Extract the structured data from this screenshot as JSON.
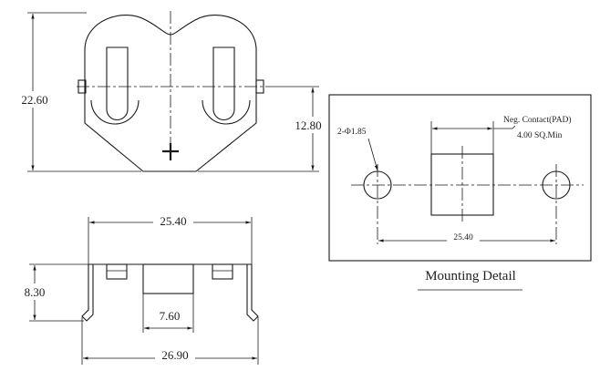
{
  "dimensions": {
    "height_total": "22.60",
    "height_to_hole": "12.80",
    "width_pins": "25.40",
    "side_height": "8.30",
    "pad_width": "7.60",
    "width_total": "26.90"
  },
  "mounting": {
    "hole_label": "2-Φ1.85",
    "contact_label": "Neg. Contact(PAD)",
    "pad_size_label": "4.00 SQ.Min",
    "pitch_label": "25.40",
    "caption": "Mounting Detail"
  }
}
